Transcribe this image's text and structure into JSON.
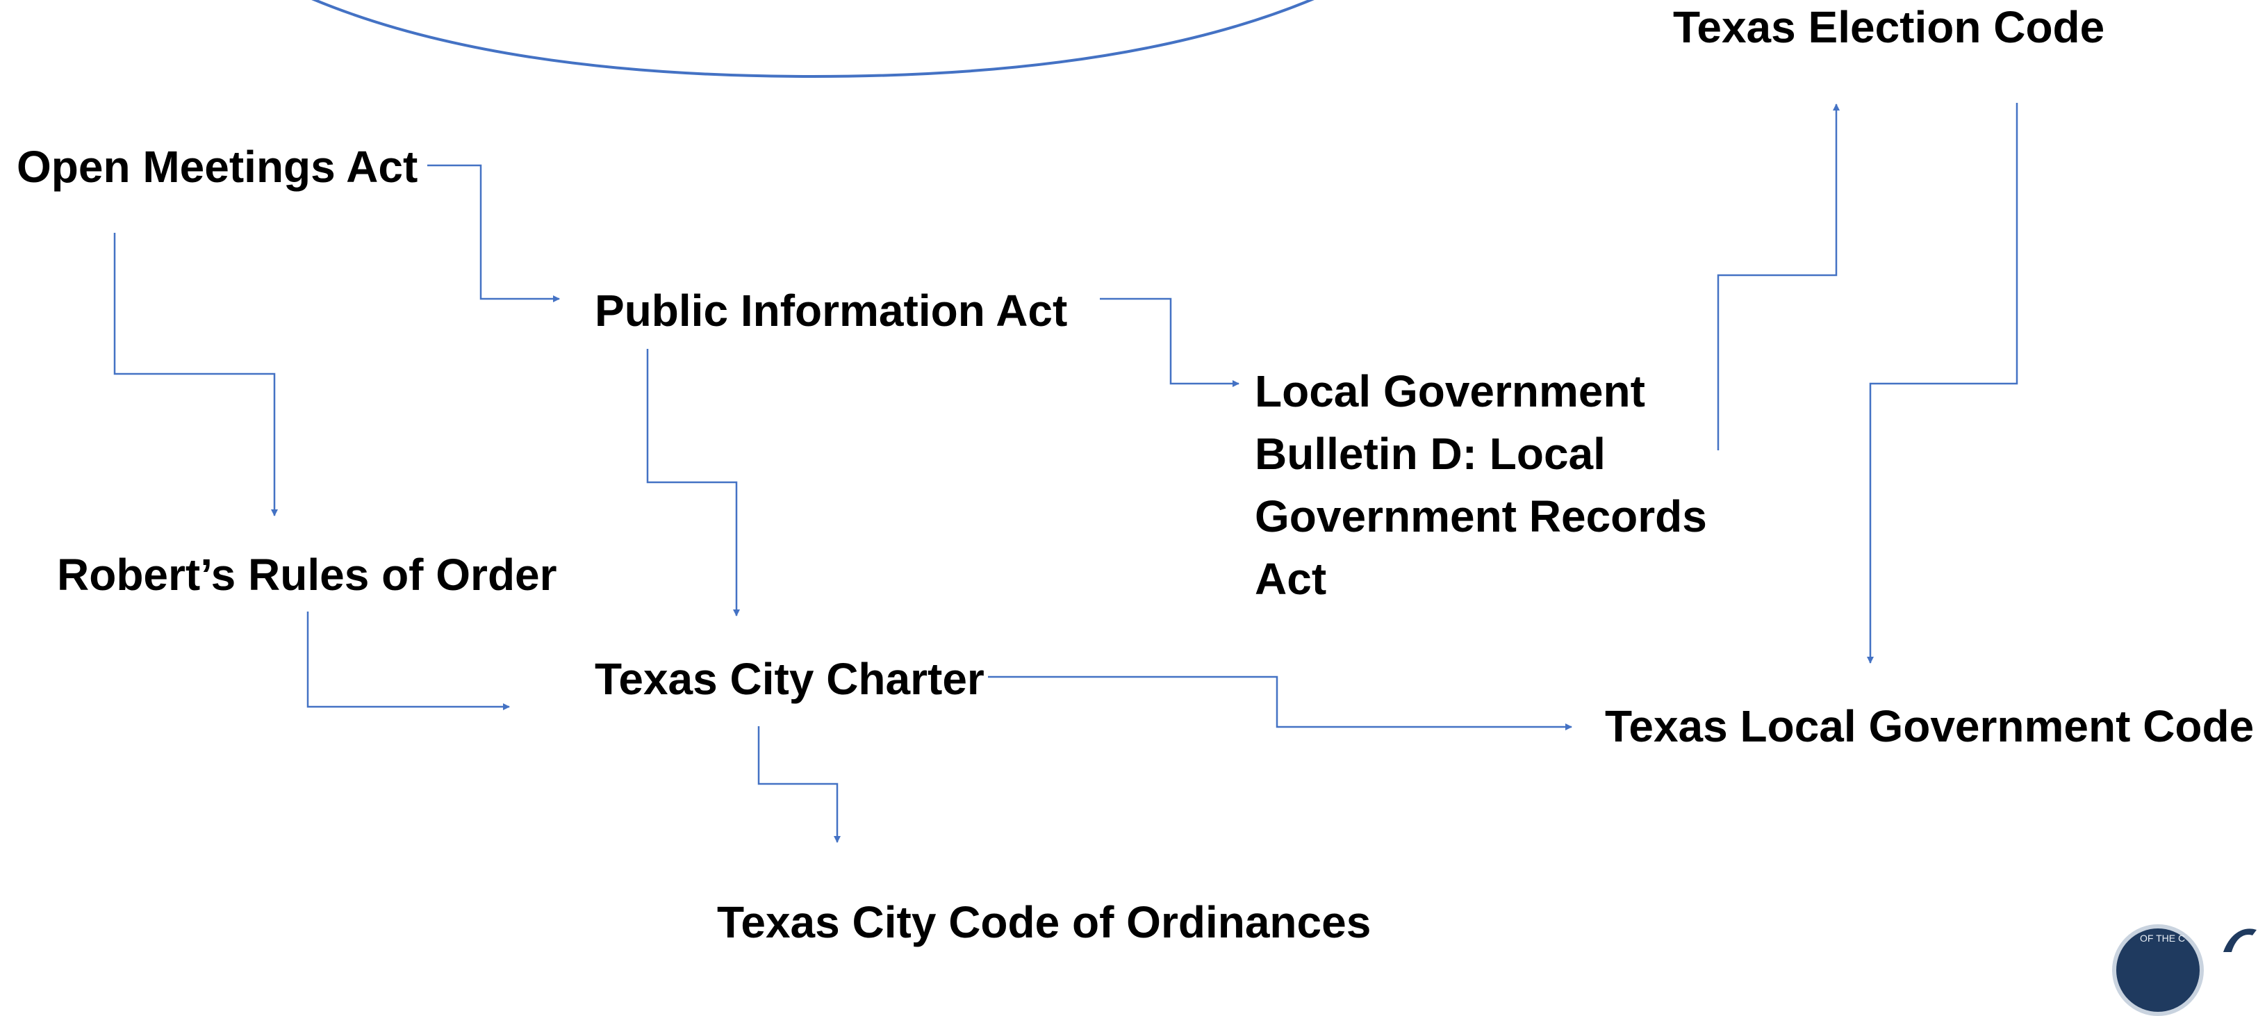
{
  "nodes": {
    "texas_election_code": "Texas Election Code",
    "open_meetings_act": "Open Meetings Act",
    "public_information_act": "Public Information Act",
    "local_gov_bulletin": "Local Government Bulletin D: Local Government Records Act",
    "roberts_rules": "Robert’s Rules of Order",
    "texas_city_charter": "Texas City Charter",
    "texas_local_gov_code": "Texas Local Government Code",
    "texas_city_code_ordinances": "Texas City Code of Ordinances"
  },
  "seal": {
    "text": "OF THE C"
  },
  "colors": {
    "connector": "#4472c4",
    "text": "#000000"
  }
}
